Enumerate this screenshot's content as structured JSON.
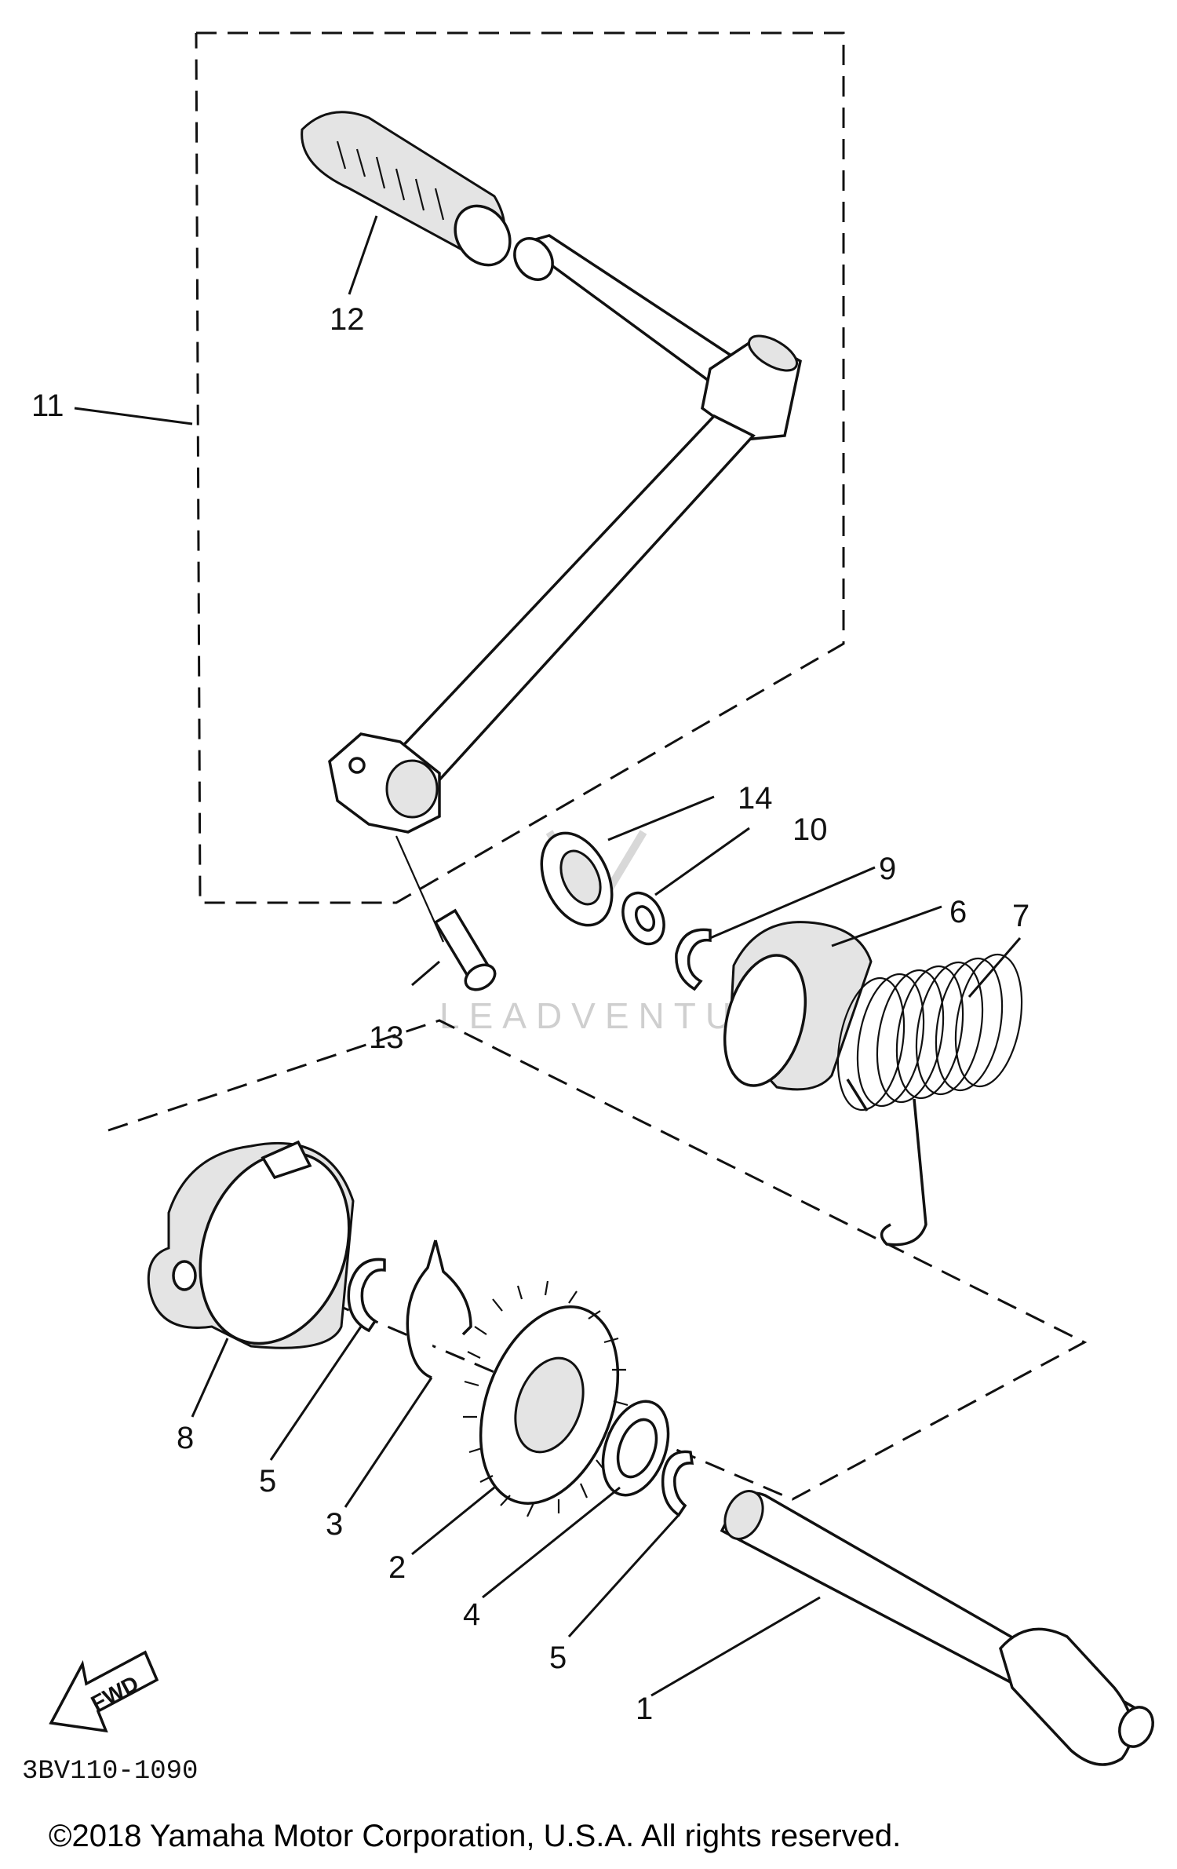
{
  "diagram": {
    "callouts": [
      {
        "id": "1",
        "label": "1"
      },
      {
        "id": "2",
        "label": "2"
      },
      {
        "id": "3",
        "label": "3"
      },
      {
        "id": "4",
        "label": "4"
      },
      {
        "id": "5a",
        "label": "5"
      },
      {
        "id": "5b",
        "label": "5"
      },
      {
        "id": "6",
        "label": "6"
      },
      {
        "id": "7",
        "label": "7"
      },
      {
        "id": "8",
        "label": "8"
      },
      {
        "id": "9",
        "label": "9"
      },
      {
        "id": "10",
        "label": "10"
      },
      {
        "id": "11",
        "label": "11"
      },
      {
        "id": "12",
        "label": "12"
      },
      {
        "id": "13",
        "label": "13"
      },
      {
        "id": "14",
        "label": "14"
      }
    ],
    "direction_label": "FWD",
    "drawing_code": "3BV110-1090",
    "watermark": "LEADVENTURE",
    "copyright": "©2018 Yamaha Motor Corporation, U.S.A. All rights reserved."
  }
}
